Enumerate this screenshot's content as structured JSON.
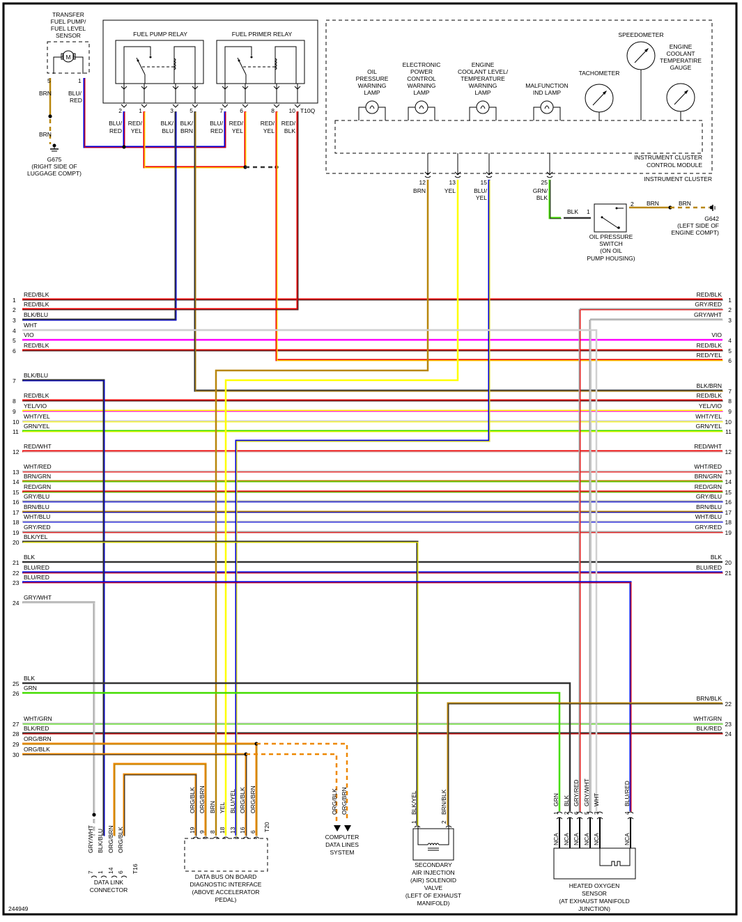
{
  "drawing_number": "244949",
  "colors": {
    "RED": "#ee0000",
    "BLK": "#333333",
    "BLU": "#0000dd",
    "WHT": "#d0d0d0",
    "VIO": "#ff00ff",
    "YEL": "#ffff00",
    "GRN": "#44dd00",
    "BRN": "#b8860b",
    "GRY": "#aaaaaa",
    "ORG": "#ee8800"
  },
  "components": {
    "transfer_pump": {
      "label": [
        "TRANSFER",
        "FUEL PUMP/",
        "FUEL LEVEL",
        "SENSOR"
      ],
      "motor": "M",
      "pins": [
        "5",
        "1"
      ],
      "wires": [
        "BRN",
        "BLU/ RED"
      ]
    },
    "ground_g675": {
      "label": [
        "G675",
        "(RIGHT SIDE OF",
        "LUGGAGE COMPT)"
      ],
      "wire_label": "BRN"
    },
    "fuel_pump_relay": {
      "label": "FUEL PUMP RELAY"
    },
    "fuel_primer_relay": {
      "label": "FUEL PRIMER RELAY"
    },
    "relay_connector": {
      "name": "T10Q",
      "pins": [
        {
          "pin": "2",
          "wire": [
            "BLU/",
            "RED"
          ]
        },
        {
          "pin": "1",
          "wire": [
            "RED/",
            "YEL"
          ]
        },
        {
          "pin": "3",
          "wire": [
            "BLK/",
            "BLU"
          ]
        },
        {
          "pin": "5",
          "wire": [
            "BLK/",
            "BRN"
          ]
        },
        {
          "pin": "7",
          "wire": [
            "BLU/",
            "RED"
          ]
        },
        {
          "pin": "6",
          "wire": [
            "RED/",
            "YEL"
          ]
        },
        {
          "pin": "8",
          "wire": [
            "RED/",
            "YEL"
          ]
        },
        {
          "pin": "10",
          "wire": [
            "RED/",
            "BLK"
          ]
        }
      ]
    },
    "instrument_cluster": {
      "label": "INSTRUMENT CLUSTER",
      "module_label": [
        "INSTRUMENT CLUSTER",
        "CONTROL MODULE"
      ],
      "lamps": [
        {
          "label": [
            "OIL",
            "PRESSURE",
            "WARNING",
            "LAMP"
          ]
        },
        {
          "label": [
            "ELECTRONIC",
            "POWER",
            "CONTROL",
            "WARNING",
            "LAMP"
          ]
        },
        {
          "label": [
            "ENGINE",
            "COOLANT LEVEL/",
            "TEMPERATURE",
            "WARNING",
            "LAMP"
          ]
        },
        {
          "label": [
            "MALFUNCTION",
            "IND LAMP"
          ]
        }
      ],
      "gauges": [
        {
          "label": [
            "TACHOMETER"
          ]
        },
        {
          "label": [
            "SPEEDOMETER"
          ]
        },
        {
          "label": [
            "ENGINE",
            "COOLANT",
            "TEMPERATIRE",
            "GAUGE"
          ]
        }
      ],
      "pins": [
        {
          "pin": "12",
          "wire": [
            "BRN"
          ]
        },
        {
          "pin": "13",
          "wire": [
            "YEL"
          ]
        },
        {
          "pin": "15",
          "wire": [
            "BLU/",
            "YEL"
          ]
        },
        {
          "pin": "25",
          "wire": [
            "GRN/",
            "BLK"
          ]
        }
      ]
    },
    "oil_pressure_switch": {
      "label": [
        "OIL PRESSURE",
        "SWITCH",
        "(ON OIL",
        "PUMP HOUSING)"
      ],
      "pin_in": "1",
      "pin_out": "2",
      "wire_in": "BLK",
      "wire_out": "BRN",
      "wire_out2": "BRN"
    },
    "ground_g642": {
      "label": [
        "G642",
        "(LEFT SIDE OF",
        "ENGINE COMPT)"
      ]
    },
    "data_link_connector": {
      "name": "T16",
      "label": [
        "DATA LINK",
        "CONNECTOR"
      ],
      "pins": [
        {
          "pin": "7",
          "wire": "GRY/WHT"
        },
        {
          "pin": "1",
          "wire": "BLK/BLU"
        },
        {
          "pin": "14",
          "wire": "ORG/BRN"
        },
        {
          "pin": "6",
          "wire": "ORG/BLK"
        }
      ]
    },
    "data_bus_interface": {
      "name": "T20",
      "label": [
        "DATA BUS ON BOARD",
        "DIAGNOSTIC INTERFACE",
        "(ABOVE ACCELERATOR",
        "PEDAL)"
      ],
      "pins": [
        {
          "pin": "19",
          "wire": "ORG/BLK"
        },
        {
          "pin": "9",
          "wire": "ORG/BRN"
        },
        {
          "pin": "8",
          "wire": "BRN"
        },
        {
          "pin": "18",
          "wire": "YEL"
        },
        {
          "pin": "13",
          "wire": "BLU/YEL"
        },
        {
          "pin": "16",
          "wire": "ORG/BLK"
        },
        {
          "pin": "6",
          "wire": "ORG/BRN"
        }
      ]
    },
    "computer_data_lines": {
      "label": [
        "COMPUTER",
        "DATA LINES",
        "SYSTEM"
      ],
      "wires": [
        "ORG/BLK",
        "ORG/BRN"
      ]
    },
    "air_solenoid": {
      "label": [
        "SECONDARY",
        "AIR INJECTION",
        "(AIR) SOLENOID",
        "VALVE",
        "(LEFT OF EXHAUST",
        "MANIFOLD)"
      ],
      "pins": [
        {
          "pin": "1",
          "wire": "BLK/YEL"
        },
        {
          "pin": "2",
          "wire": "BRN/BLK"
        }
      ]
    },
    "oxygen_sensor": {
      "label": [
        "HEATED OXYGEN",
        "SENSOR",
        "(AT EXHAUST MANIFOLD",
        "JUNCTION)"
      ],
      "pins": [
        {
          "pin": "1",
          "wire": "GRN",
          "nca": "NCA"
        },
        {
          "pin": "2",
          "wire": "BLK",
          "nca": "NCA"
        },
        {
          "pin": "6",
          "wire": "GRY/RED",
          "nca": "NCA"
        },
        {
          "pin": "5",
          "wire": "GRY/WHT",
          "nca": "NCA"
        },
        {
          "pin": "3",
          "wire": "WHT",
          "nca": "NCA"
        },
        {
          "pin": "4",
          "wire": "BLU/RED",
          "nca": "NCA"
        }
      ]
    }
  },
  "left_connector_wires": [
    {
      "pin": "1",
      "color": "RED/BLK"
    },
    {
      "pin": "2",
      "color": "RED/BLK"
    },
    {
      "pin": "3",
      "color": "BLK/BLU"
    },
    {
      "pin": "4",
      "color": "WHT"
    },
    {
      "pin": "5",
      "color": "VIO"
    },
    {
      "pin": "6",
      "color": "RED/BLK"
    },
    {
      "pin": "7",
      "color": "BLK/BLU"
    },
    {
      "pin": "8",
      "color": "RED/BLK"
    },
    {
      "pin": "9",
      "color": "YEL/VIO"
    },
    {
      "pin": "10",
      "color": "WHT/YEL"
    },
    {
      "pin": "11",
      "color": "GRN/YEL"
    },
    {
      "pin": "12",
      "color": "RED/WHT"
    },
    {
      "pin": "13",
      "color": "WHT/RED"
    },
    {
      "pin": "14",
      "color": "BRN/GRN"
    },
    {
      "pin": "15",
      "color": "RED/GRN"
    },
    {
      "pin": "16",
      "color": "GRY/BLU"
    },
    {
      "pin": "17",
      "color": "BRN/BLU"
    },
    {
      "pin": "18",
      "color": "WHT/BLU"
    },
    {
      "pin": "19",
      "color": "GRY/RED"
    },
    {
      "pin": "20",
      "color": "BLK/YEL"
    },
    {
      "pin": "21",
      "color": "BLK"
    },
    {
      "pin": "22",
      "color": "BLU/RED"
    },
    {
      "pin": "23",
      "color": "BLU/RED"
    },
    {
      "pin": "24",
      "color": "GRY/WHT"
    },
    {
      "pin": "25",
      "color": "BLK"
    },
    {
      "pin": "26",
      "color": "GRN"
    },
    {
      "pin": "27",
      "color": "WHT/GRN"
    },
    {
      "pin": "28",
      "color": "BLK/RED"
    },
    {
      "pin": "29",
      "color": "ORG/BRN"
    },
    {
      "pin": "30",
      "color": "ORG/BLK"
    }
  ],
  "right_connector_wires": [
    {
      "pin": "1",
      "color": "RED/BLK"
    },
    {
      "pin": "2",
      "color": "GRY/RED"
    },
    {
      "pin": "3",
      "color": "GRY/WHT"
    },
    {
      "pin": "4",
      "color": "VIO"
    },
    {
      "pin": "5",
      "color": "RED/BLK"
    },
    {
      "pin": "6",
      "color": "RED/YEL"
    },
    {
      "pin": "7",
      "color": "BLK/BRN"
    },
    {
      "pin": "8",
      "color": "RED/BLK"
    },
    {
      "pin": "9",
      "color": "YEL/VIO"
    },
    {
      "pin": "10",
      "color": "WHT/YEL"
    },
    {
      "pin": "11",
      "color": "GRN/YEL"
    },
    {
      "pin": "12",
      "color": "RED/WHT"
    },
    {
      "pin": "13",
      "color": "WHT/RED"
    },
    {
      "pin": "14",
      "color": "BRN/GRN"
    },
    {
      "pin": "15",
      "color": "RED/GRN"
    },
    {
      "pin": "16",
      "color": "GRY/BLU"
    },
    {
      "pin": "17",
      "color": "BRN/BLU"
    },
    {
      "pin": "18",
      "color": "WHT/BLU"
    },
    {
      "pin": "19",
      "color": "GRY/RED"
    },
    {
      "pin": "20",
      "color": "BLK"
    },
    {
      "pin": "21",
      "color": "BLU/RED"
    },
    {
      "pin": "22",
      "color": "BRN/BLK"
    },
    {
      "pin": "23",
      "color": "WHT/GRN"
    },
    {
      "pin": "24",
      "color": "BLK/RED"
    }
  ]
}
